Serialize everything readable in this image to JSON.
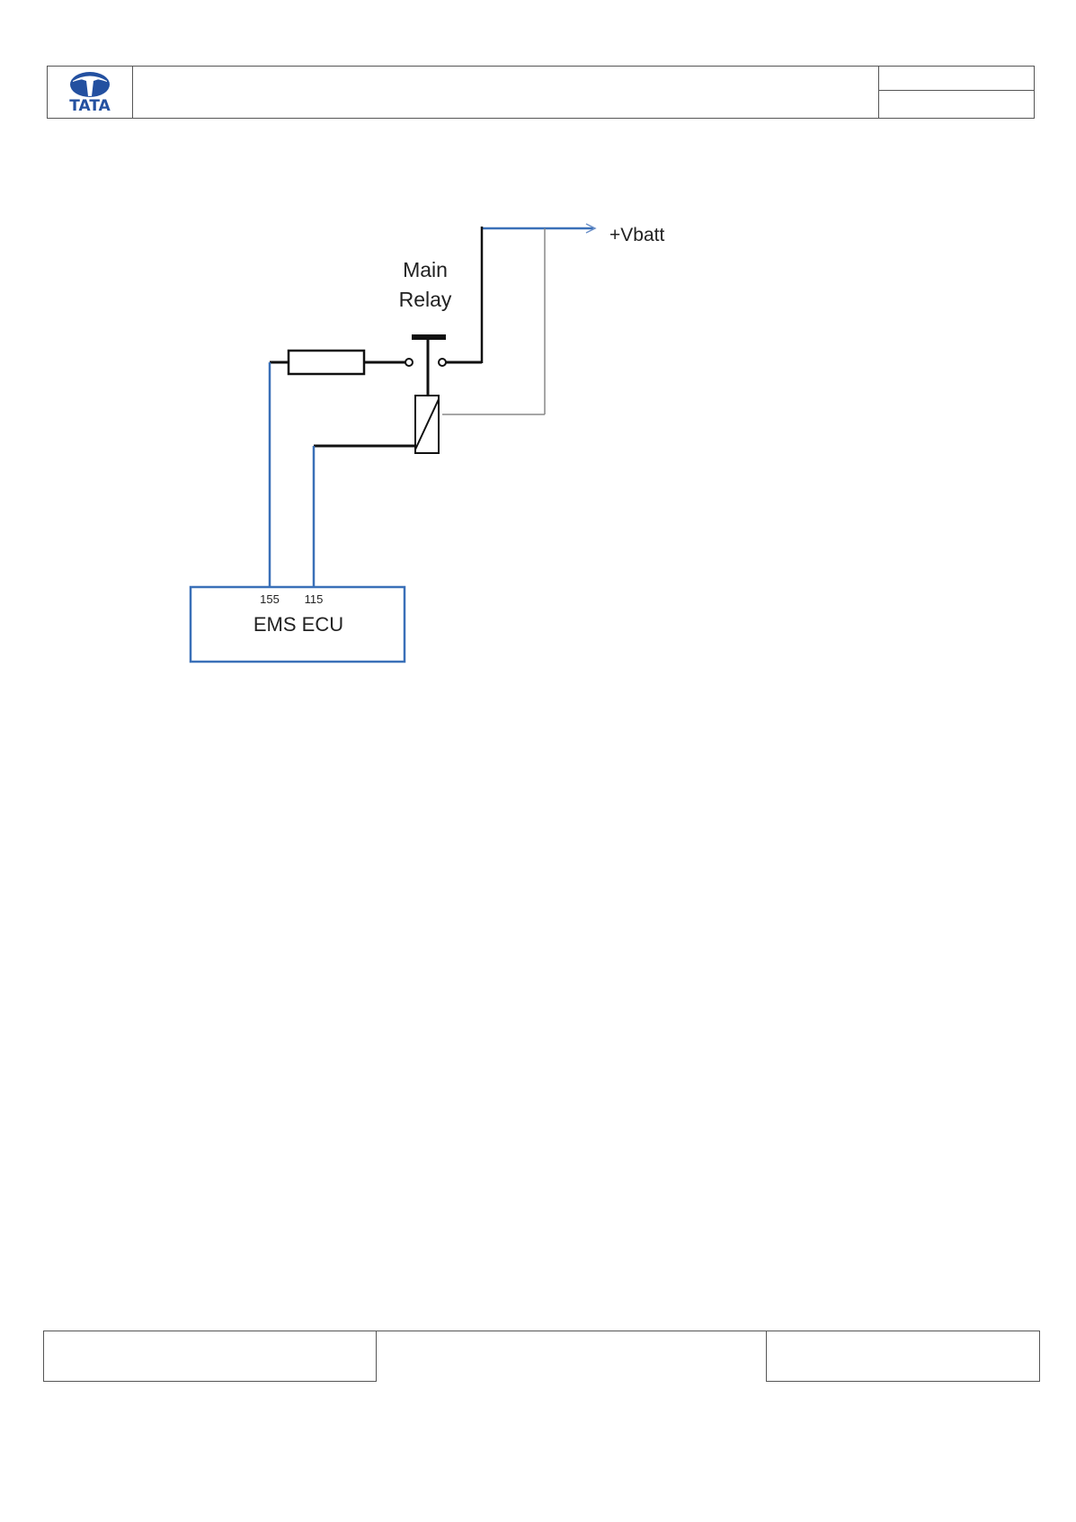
{
  "header": {
    "logo_text": "TATA",
    "title": "",
    "doc_ref_top": "",
    "doc_ref_bottom": ""
  },
  "diagram": {
    "relay_label_line1": "Main",
    "relay_label_line2": "Relay",
    "vbatt_label": "+Vbatt",
    "ecu_label": "EMS ECU",
    "pin_a": "155",
    "pin_b": "115",
    "colors": {
      "wire_blue": "#3a70b8",
      "wire_black": "#111111",
      "wire_gray": "#888888",
      "logo_blue": "#2350a0"
    }
  },
  "footer": {
    "left": "",
    "middle": "",
    "right": ""
  }
}
